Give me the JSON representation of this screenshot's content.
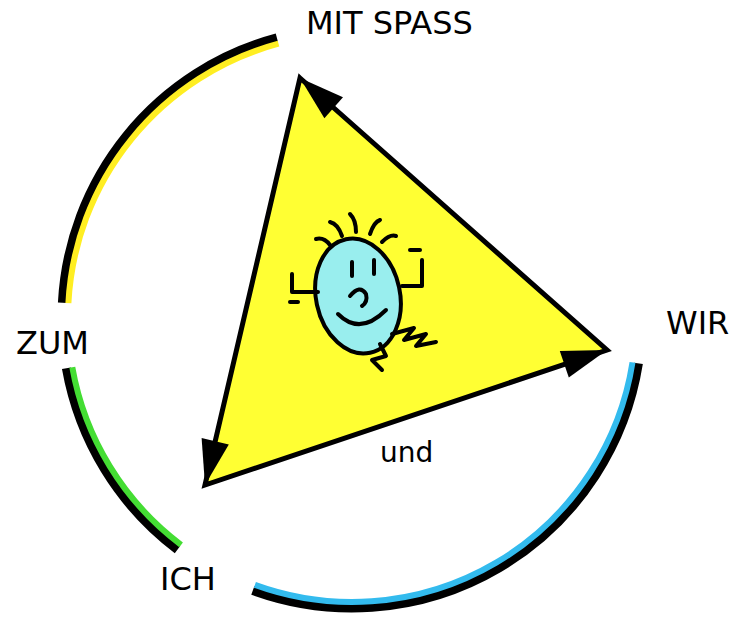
{
  "diagram": {
    "labels": [
      "MIT SPASS",
      "ZUM",
      "WIR",
      "und",
      "ICH"
    ]
  }
}
